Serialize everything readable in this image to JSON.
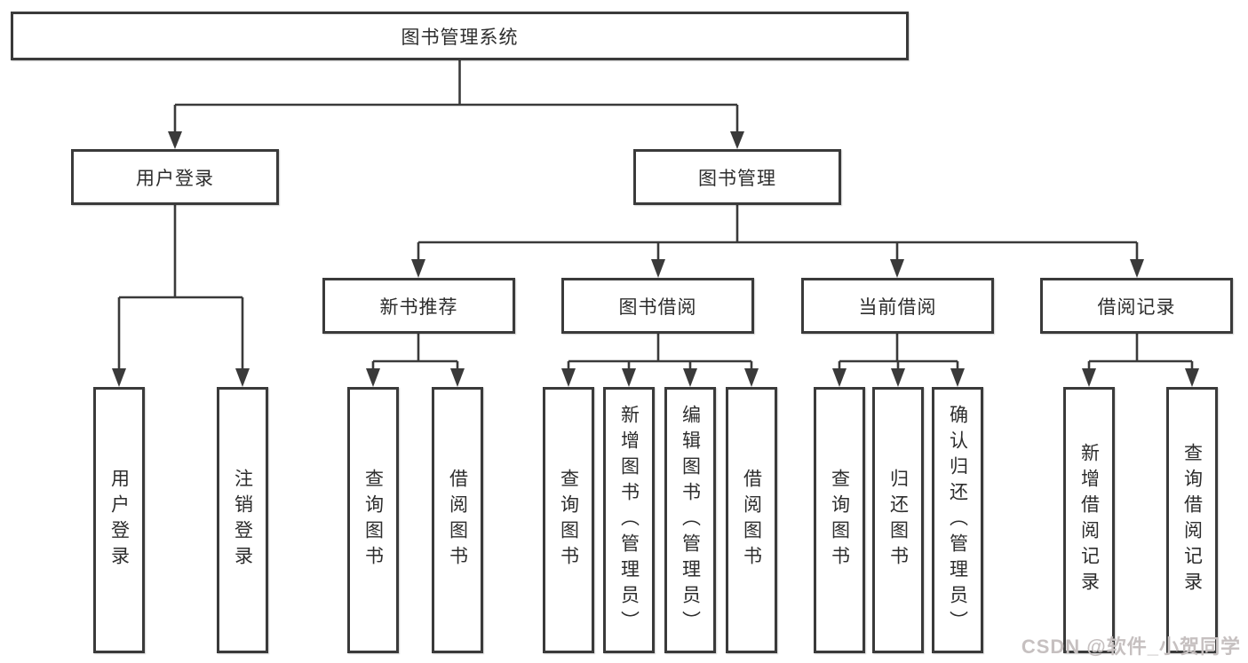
{
  "diagram": {
    "title_node": {
      "label": "图书管理系统"
    },
    "level2": [
      {
        "label": "用户登录"
      },
      {
        "label": "图书管理"
      }
    ],
    "level3": [
      {
        "label": "新书推荐"
      },
      {
        "label": "图书借阅"
      },
      {
        "label": "当前借阅"
      },
      {
        "label": "借阅记录"
      }
    ],
    "leaves": {
      "user_login": [
        {
          "label": "用户登录"
        },
        {
          "label": "注销登录"
        }
      ],
      "new_book_recommend": [
        {
          "label": "查询图书"
        },
        {
          "label": "借阅图书"
        }
      ],
      "book_borrow": [
        {
          "label": "查询图书"
        },
        {
          "label": "新增图书（管理员）"
        },
        {
          "label": "编辑图书（管理员）"
        },
        {
          "label": "借阅图书"
        }
      ],
      "current_borrow": [
        {
          "label": "查询图书"
        },
        {
          "label": "归还图书"
        },
        {
          "label": "确认归还（管理员）"
        }
      ],
      "borrow_records": [
        {
          "label": "新增借阅记录"
        },
        {
          "label": "查询借阅记录"
        }
      ]
    }
  },
  "watermark": {
    "text": "CSDN @软件_小贺同学"
  },
  "colors": {
    "line": "#3a3a3a",
    "box_border": "#3a3a3a",
    "text": "#2d2d2d",
    "watermark": "#c6c0c0",
    "background": "#ffffff"
  }
}
